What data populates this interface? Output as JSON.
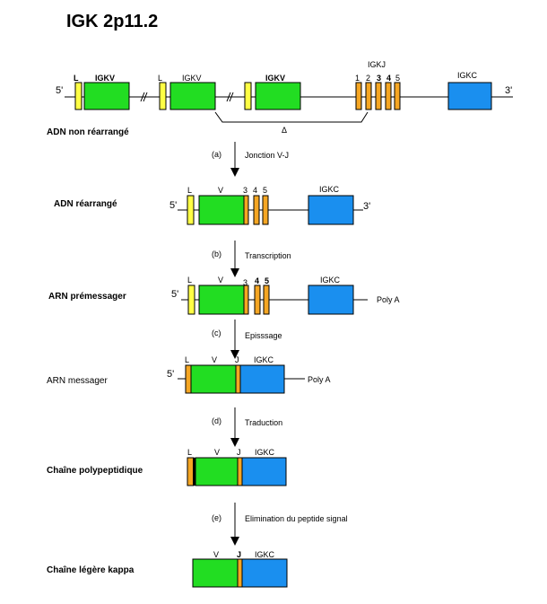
{
  "title": "IGK 2p11.2",
  "colors": {
    "leader": "#ffff44",
    "v": "#22dd22",
    "j": "#f5a623",
    "c": "#1a8fef",
    "line": "#000000"
  },
  "row1": {
    "stage": "ADN non réarrangé",
    "five": "5'",
    "three": "3'",
    "L1": "L",
    "V1": "IGKV",
    "L2": "L",
    "V2": "IGKV",
    "V3": "IGKV",
    "jgroup": "IGKJ",
    "j1": "1",
    "j2": "2",
    "j3": "3",
    "j4": "4",
    "j5": "5",
    "c": "IGKC",
    "delta": "Δ"
  },
  "step_a": {
    "letter": "(a)",
    "label": "Jonction V-J"
  },
  "row2": {
    "stage": "ADN réarrangé",
    "five": "5'",
    "three": "3'",
    "L": "L",
    "V": "V",
    "j3": "3",
    "j4": "4",
    "j5": "5",
    "c": "IGKC"
  },
  "step_b": {
    "letter": "(b)",
    "label": "Transcription"
  },
  "row3": {
    "stage": "ARN prémessager",
    "five": "5'",
    "L": "L",
    "V": "V",
    "j3": "3",
    "j4": "4",
    "j5": "5",
    "c": "IGKC",
    "polya": "Poly A"
  },
  "step_c": {
    "letter": "(c)",
    "label": "Episssage"
  },
  "row4": {
    "stage": "ARN messager",
    "five": "5'",
    "L": "L",
    "V": "V",
    "J": "J",
    "c": "IGKC",
    "polya": "Poly A"
  },
  "step_d": {
    "letter": "(d)",
    "label": "Traduction"
  },
  "row5": {
    "stage": "Chaîne polypeptidique",
    "L": "L",
    "V": "V",
    "J": "J",
    "c": "IGKC"
  },
  "step_e": {
    "letter": "(e)",
    "label": "Elimination du peptide signal"
  },
  "row6": {
    "stage": "Chaîne légère kappa",
    "V": "V",
    "J": "J",
    "c": "IGKC"
  }
}
